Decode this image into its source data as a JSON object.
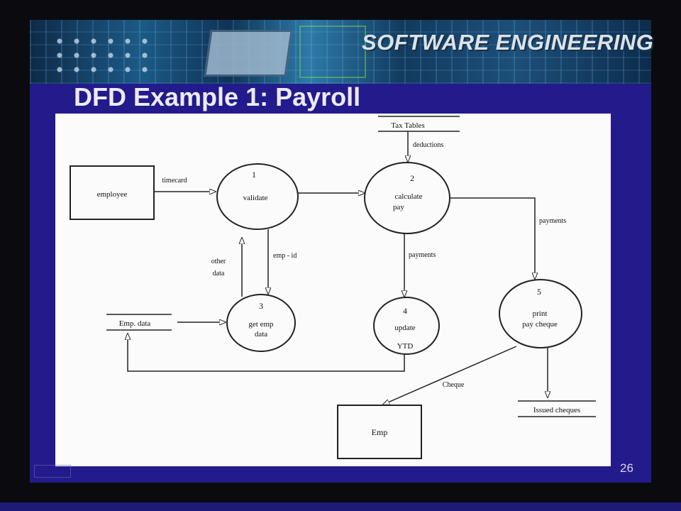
{
  "banner": {
    "title": "SOFTWARE ENGINEERING"
  },
  "slide": {
    "title": "DFD Example 1: Payroll",
    "page_number": "26"
  },
  "diagram": {
    "entities": {
      "employee": "employee",
      "emp": "Emp"
    },
    "processes": {
      "p1": {
        "number": "1",
        "label": "validate"
      },
      "p2": {
        "number": "2",
        "label1": "calculate",
        "label2": "pay"
      },
      "p3": {
        "number": "3",
        "label1": "get emp",
        "label2": "data"
      },
      "p4": {
        "number": "4",
        "label": "update",
        "sub": "YTD"
      },
      "p5": {
        "number": "5",
        "label1": "print",
        "label2": "pay cheque"
      }
    },
    "stores": {
      "tax_tables": "Tax Tables",
      "emp_data": "Emp. data",
      "issued_cheques": "Issued cheques"
    },
    "flows": {
      "timecard": "timecard",
      "deductions": "deductions",
      "payments_right": "payments",
      "payments_down": "payments",
      "other": "other",
      "data": "data",
      "emp_id": "emp - id",
      "cheque": "Cheque"
    }
  }
}
